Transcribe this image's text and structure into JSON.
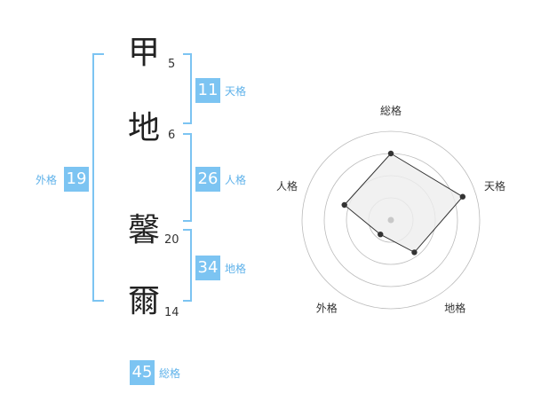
{
  "name_chars": [
    {
      "char": "甲",
      "strokes": "5"
    },
    {
      "char": "地",
      "strokes": "6"
    },
    {
      "char": "馨",
      "strokes": "20"
    },
    {
      "char": "爾",
      "strokes": "14"
    }
  ],
  "fortunes": {
    "tenkaku": {
      "value": "11",
      "label": "天格"
    },
    "jinkaku": {
      "value": "26",
      "label": "人格"
    },
    "chikaku": {
      "value": "34",
      "label": "地格"
    },
    "gaikaku": {
      "value": "19",
      "label": "外格"
    },
    "soukaku": {
      "value": "45",
      "label": "総格"
    }
  },
  "chart_data": {
    "type": "radar",
    "axes": [
      "総格",
      "天格",
      "地格",
      "外格",
      "人格"
    ],
    "values": [
      0.75,
      0.85,
      0.45,
      0.2,
      0.55
    ],
    "rings": 4,
    "colors": {
      "fill": "#eeeeee",
      "stroke": "#333333",
      "grid": "#bbbbbb",
      "center": "#c8c8c8"
    }
  },
  "colors": {
    "accent": "#7cc4f2",
    "accent_text": "#5fb2ea"
  }
}
